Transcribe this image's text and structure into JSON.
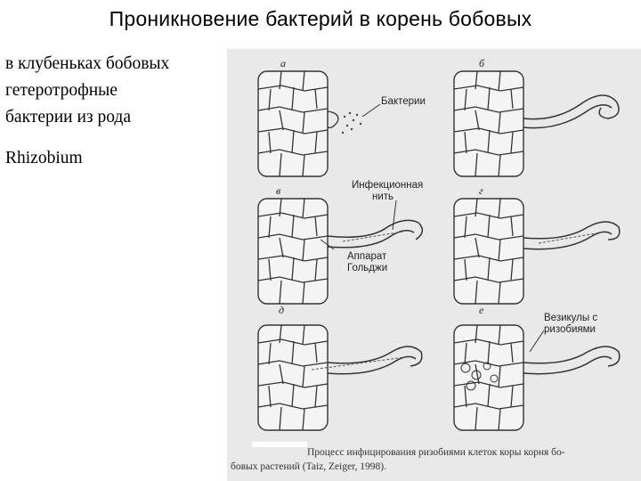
{
  "slide": {
    "title": "Проникновение бактерий в корень бобовых",
    "text_lines": [
      "в клубеньках бобовых",
      "гетеротрофные",
      "бактерии из рода",
      "Rhizobium"
    ]
  },
  "figure": {
    "panel_letters": [
      "а",
      "б",
      "в",
      "г",
      "д",
      "е"
    ],
    "labels": {
      "bacteria": "Бактерии",
      "infection_thread_1": "Инфекционная",
      "infection_thread_2": "нить",
      "golgi_1": "Аппарат",
      "golgi_2": "Гольджи",
      "vesicles_1": "Везикулы с",
      "vesicles_2": "ризобиями"
    },
    "caption_line1": "Процесс инфицирования ризобиями клеток коры корня бо-",
    "caption_line2": "бовых растений (Taiz, Zeiger, 1998)."
  }
}
